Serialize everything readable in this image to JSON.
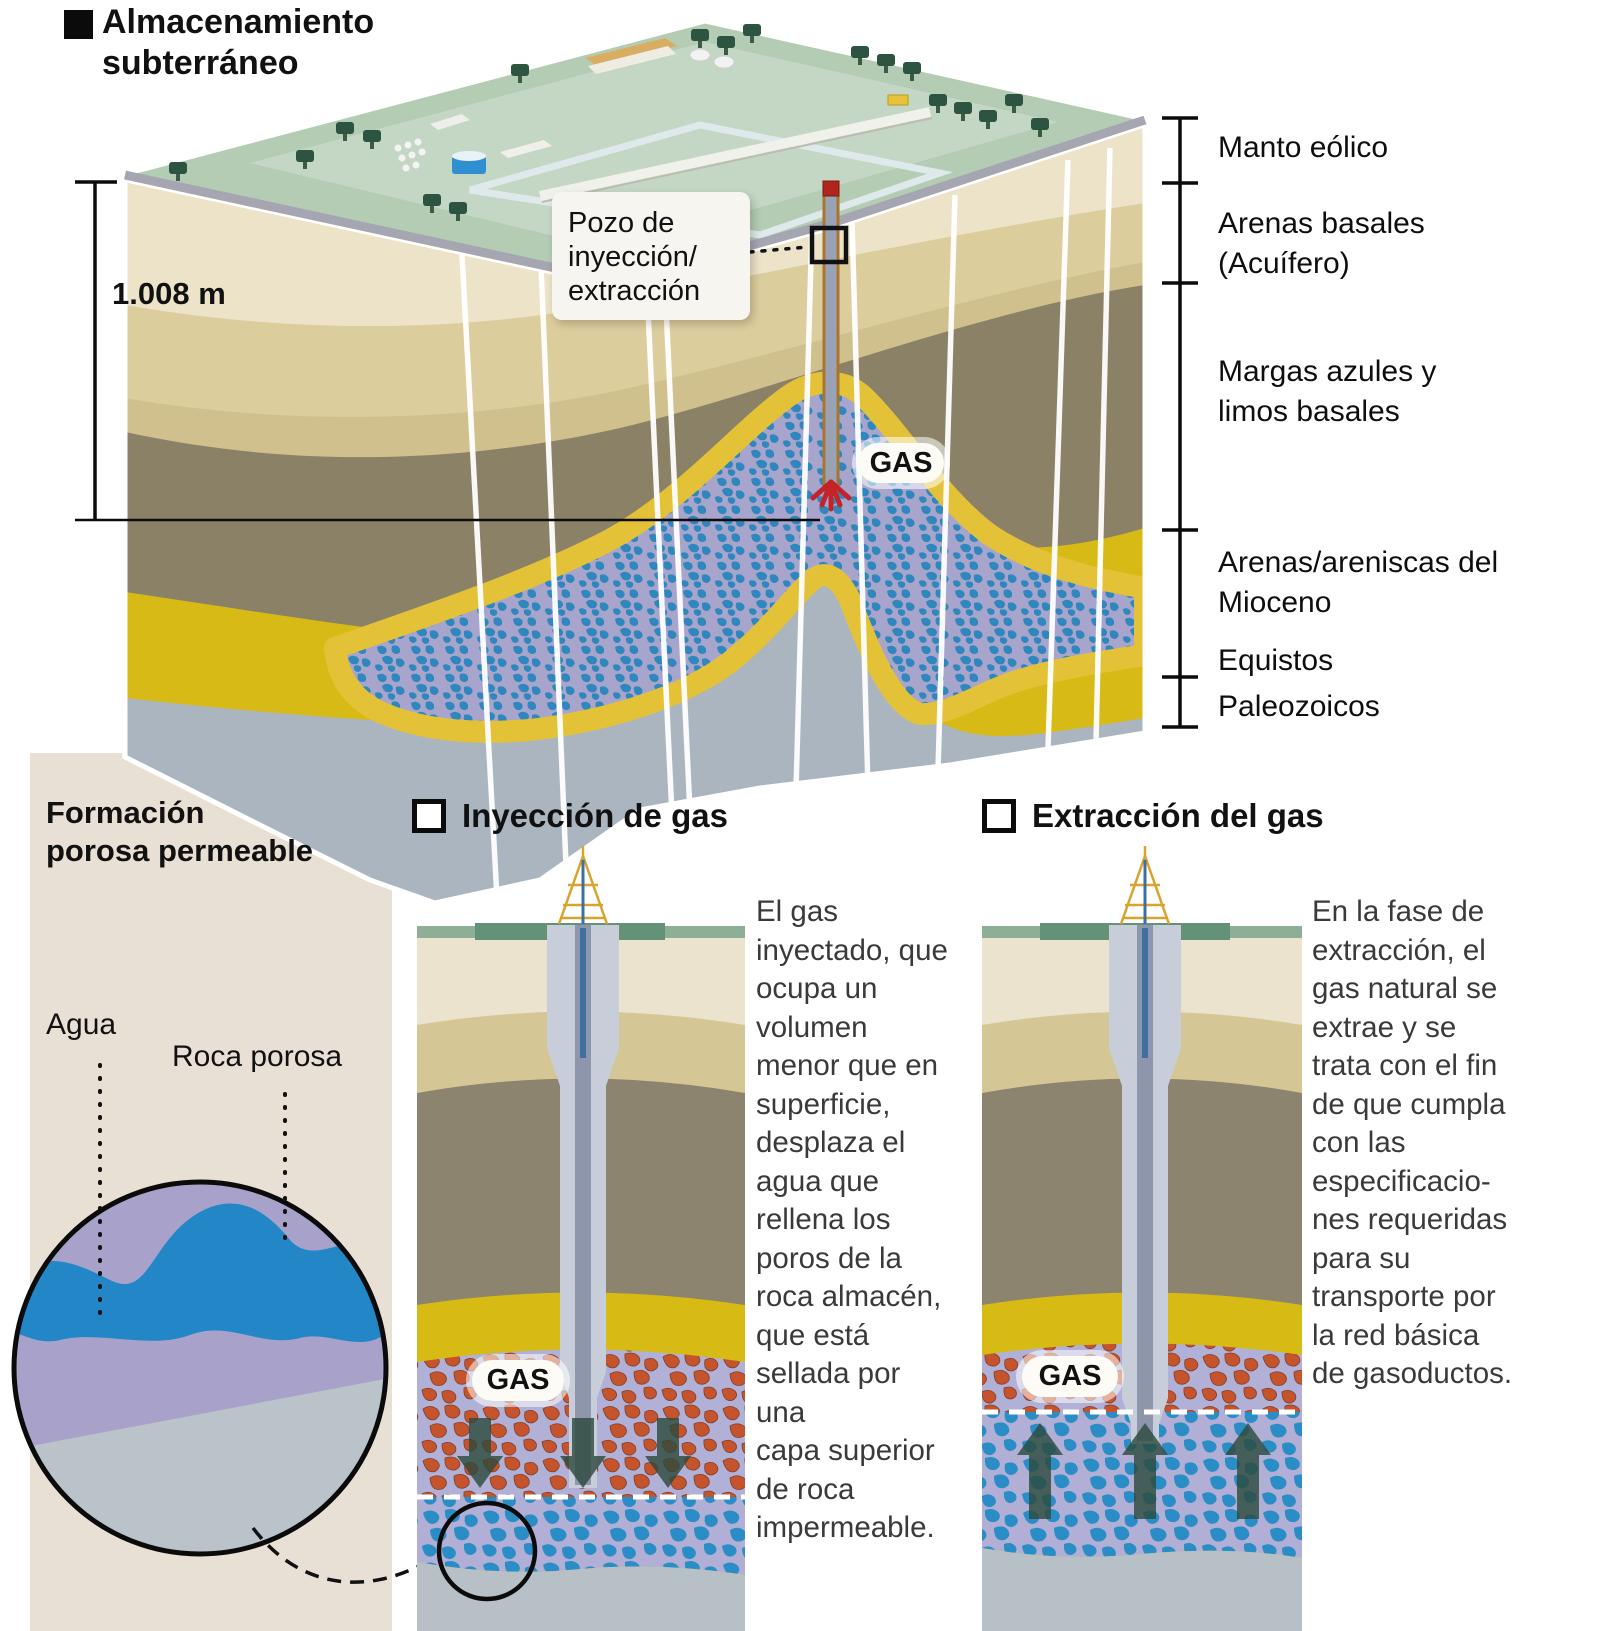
{
  "title": "Almacenamiento subterráneo",
  "block_diagram": {
    "depth": "1.008 m",
    "well_label": "Pozo de\ninyección/\nextracción",
    "gas_label": "GAS",
    "strata": [
      "Manto eólico",
      "Arenas basales (Acuífero)",
      "Margas azules y limos basales",
      "Arenas/areniscas del Mioceno",
      "Equistos Paleozoicos"
    ]
  },
  "formation_panel": {
    "title": "Formación\nporosa permeable",
    "water_label": "Agua",
    "rock_label": "Roca porosa"
  },
  "injection": {
    "heading": "Inyección de gas",
    "gas_label": "GAS",
    "description": "El gas\ninyectado, que\nocupa un\nvolumen\nmenor que en\nsuperficie,\ndesplaza el\nagua que\nrellena los\nporos de la\nroca almacén,\nque está\nsellada por\nuna\ncapa superior\nde roca\nimpermeable."
  },
  "extraction": {
    "heading": "Extracción del gas",
    "gas_label": "GAS",
    "description": "En la fase de\nextracción, el\ngas natural se\nextrae  y se\ntrata con el fin\nde que cumpla\ncon las\nespecificacio-\nnes requeridas\npara su\ntransporte por\nla red básica\nde gasoductos."
  },
  "colors": {
    "surface_green": "#b4cbb4",
    "cream": "#ece3c9",
    "tan": "#dccd9d",
    "dark_tan": "#cfc08d",
    "olive_marl": "#8b8167",
    "yellow_seal": "#d8ba17",
    "basement_gray": "#aab5c0",
    "reservoir_blue": "#2f87bd",
    "porous_lavender": "#a8a5cd",
    "gas_rock_orange": "#c5532b",
    "arrow_green": "#2c4a3c",
    "panel_beige": "#e9e0d5"
  }
}
